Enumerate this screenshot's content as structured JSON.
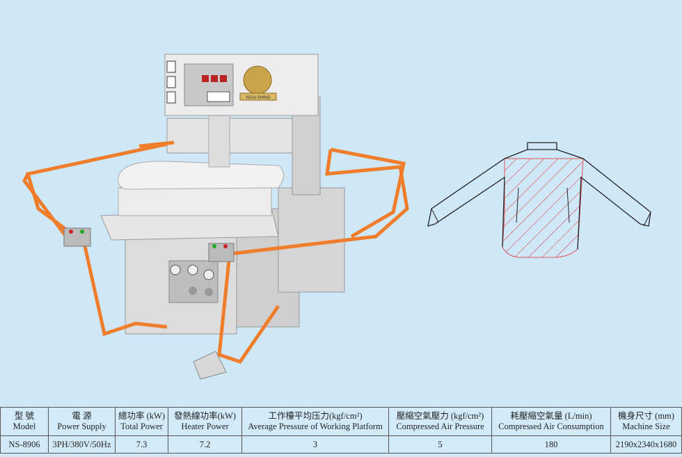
{
  "machine": {
    "logo_text": "NGAI SHING"
  },
  "colors": {
    "background": "#cfe8f8",
    "rail": "#ef7d2b",
    "hatch": "#e0505a"
  },
  "table": {
    "headers": [
      {
        "zh": "型 號",
        "en": "Model"
      },
      {
        "zh": "電 源",
        "en": "Power Supply"
      },
      {
        "zh": "總功率 (kW)",
        "en": "Total Power"
      },
      {
        "zh": "發熱線功率(kW)",
        "en": "Heater Power"
      },
      {
        "zh": "工作檯平均压力(kgf/cm²)",
        "en": "Average Pressure of Working Platform"
      },
      {
        "zh": "壓縮空氣壓力 (kgf/cm²)",
        "en": "Compressed Air Pressure"
      },
      {
        "zh": "耗壓縮空氣量 (L/min)",
        "en": "Compressed Air Consumption"
      },
      {
        "zh": "機身尺寸 (mm)",
        "en": "Machine Size"
      }
    ],
    "row": [
      "NS-8906",
      "3PH/380V/50Hz",
      "7.3",
      "7.2",
      "3",
      "5",
      "180",
      "2190x2340x1680"
    ]
  }
}
